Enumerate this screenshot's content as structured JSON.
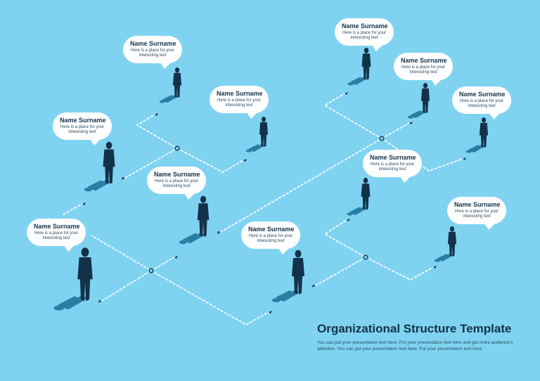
{
  "people": [
    {
      "name": "Name Surname",
      "text": "Here is a place for your interesting text"
    },
    {
      "name": "Name Surname",
      "text": "Here is a place for your interesting text"
    },
    {
      "name": "Name Surname",
      "text": "Here is a place for your interesting text"
    },
    {
      "name": "Name Surname",
      "text": "Here is a place for your interesting text"
    },
    {
      "name": "Name Surname",
      "text": "Here is a place for your interesting text"
    },
    {
      "name": "Name Surname",
      "text": "Here is a place for your interesting text"
    },
    {
      "name": "Name Surname",
      "text": "Here is a place for your interesting text"
    },
    {
      "name": "Name Surname",
      "text": "Here is a place for your interesting text"
    },
    {
      "name": "Name Surname",
      "text": "Here is a place for your interesting text"
    },
    {
      "name": "Name Surname",
      "text": "Here is a place for your interesting text"
    },
    {
      "name": "Name Surname",
      "text": "Here is a place for your interesting text"
    }
  ],
  "title": "Organizational Structure Template",
  "description": "You can put your presentation text here. Put your presentation text here and get more audience's attention. You can put your presentation text here. Put your presentation text here.",
  "colors": {
    "background": "#7fd3f1",
    "figure": "#13324a",
    "shadow": "#2a7ea4",
    "connector": "#ffffff"
  }
}
